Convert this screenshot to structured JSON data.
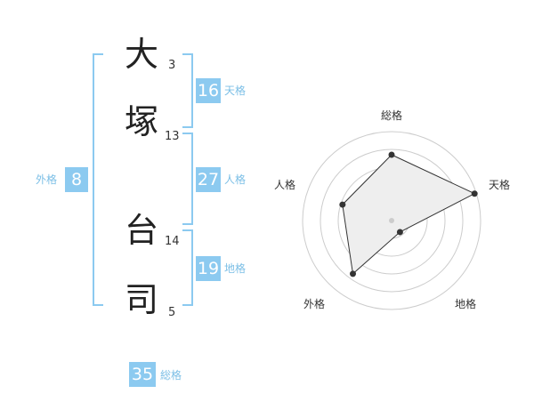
{
  "name": {
    "characters": [
      {
        "char": "大",
        "strokes": "3"
      },
      {
        "char": "塚",
        "strokes": "13"
      },
      {
        "char": "台",
        "strokes": "14"
      },
      {
        "char": "司",
        "strokes": "5"
      }
    ]
  },
  "fortunes": {
    "tenkaku": {
      "value": "16",
      "label": "天格"
    },
    "jinkaku": {
      "value": "27",
      "label": "人格"
    },
    "chikaku": {
      "value": "19",
      "label": "地格"
    },
    "gaikaku": {
      "value": "8",
      "label": "外格"
    },
    "soukaku": {
      "value": "35",
      "label": "総格"
    }
  },
  "colors": {
    "accent": "#8ccaf0",
    "accent_text": "#7cbfe6",
    "radar_fill": "#eeeeee",
    "radar_line": "#333333",
    "grid": "#cccccc"
  },
  "chart_data": {
    "type": "radar",
    "axes": [
      "総格",
      "天格",
      "地格",
      "外格",
      "人格"
    ],
    "values": [
      0.74,
      0.98,
      0.16,
      0.74,
      0.58
    ],
    "range": [
      0,
      1
    ],
    "rings": 5
  }
}
